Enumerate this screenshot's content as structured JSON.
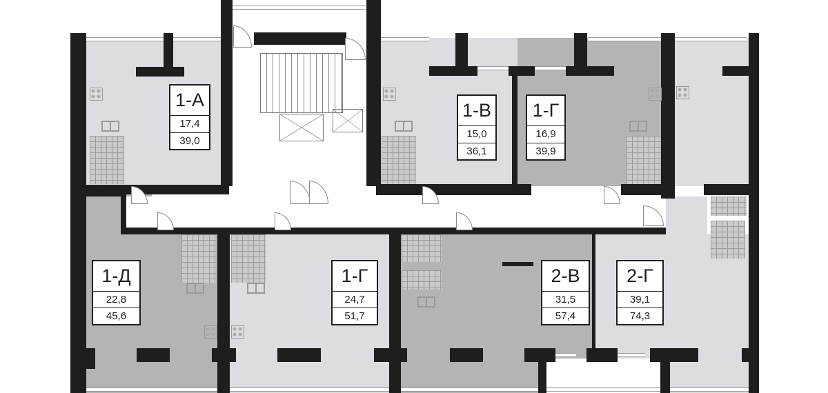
{
  "plan": {
    "colors": {
      "wall": "#1e1e1e",
      "light_unit": "#dcdde1",
      "dark_unit": "#b3b4b5",
      "common": "#ffffff"
    },
    "apartments": [
      {
        "code": "1-А",
        "living_area": "17,4",
        "total_area": "39,0"
      },
      {
        "code": "1-В",
        "living_area": "15,0",
        "total_area": "36,1"
      },
      {
        "code": "1-Г",
        "living_area": "16,9",
        "total_area": "39,9"
      },
      {
        "code": "1-Д",
        "living_area": "22,8",
        "total_area": "45,6"
      },
      {
        "code": "1-Г",
        "living_area": "24,7",
        "total_area": "51,7"
      },
      {
        "code": "2-В",
        "living_area": "31,5",
        "total_area": "57,4"
      },
      {
        "code": "2-Г",
        "living_area": "39,1",
        "total_area": "74,3"
      }
    ]
  }
}
